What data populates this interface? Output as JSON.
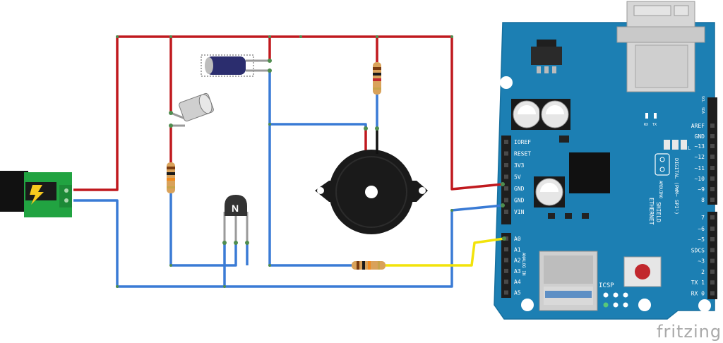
{
  "colors": {
    "power_wire": "#c0191e",
    "ground_wire": "#3a7bd5",
    "signal_wire": "#f2e30a",
    "board": "#1c7fb3",
    "board_dark": "#17689a",
    "silkscreen": "#ffffff",
    "jack_pcb": "#21a341",
    "resistor_body": "#d9a25a",
    "capacitor_body": "#2b2d6e",
    "transistor_body": "#333333",
    "buzzer_body": "#1a1a1a"
  },
  "board": {
    "name_line1": "ETHERNET",
    "name_line2": "SHIELD",
    "brand": "ARDUINO",
    "digital_caption": "DIGITAL (PWM~ SPI¹)",
    "analog_caption": "ANALOG IN",
    "icsp_label": "ICSP",
    "power_pins": [
      "IOREF",
      "RESET",
      "3V3",
      "5V",
      "GND",
      "GND",
      "VIN"
    ],
    "analog_pins": [
      "A0",
      "A1",
      "A2",
      "A3",
      "A4",
      "A5"
    ],
    "digital_pins": [
      "AREF",
      "GND",
      "~13",
      "~12",
      "~11",
      "~10",
      "~9",
      "8",
      "7",
      "~6",
      "~5",
      "SDCS",
      "~3",
      "2",
      "TX 1",
      "RX 0"
    ],
    "top_pins": [
      "SCL",
      "SDA"
    ],
    "rx_tx_labels": [
      "RX",
      "TX"
    ],
    "l_label": "L"
  },
  "components": {
    "power_jack_icon": "lightning-bolt-icon",
    "transistor_mark": "N"
  },
  "watermark": "fritzing"
}
